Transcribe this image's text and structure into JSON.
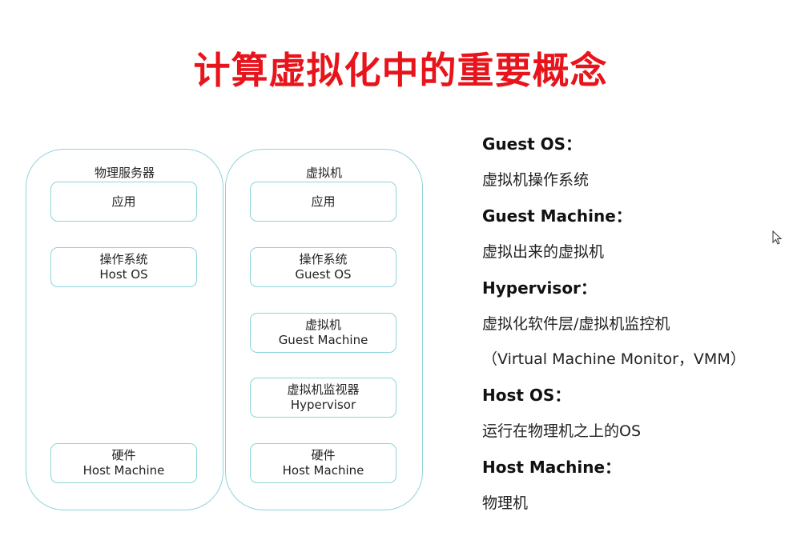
{
  "title": "计算虚拟化中的重要概念",
  "diagram": {
    "physical": {
      "title": "物理服务器",
      "boxes": [
        {
          "line1": "应用",
          "line2": ""
        },
        {
          "line1": "操作系统",
          "line2": "Host OS"
        },
        {
          "line1": "硬件",
          "line2": "Host Machine"
        }
      ]
    },
    "virtual": {
      "title": "虚拟机",
      "boxes": [
        {
          "line1": "应用",
          "line2": ""
        },
        {
          "line1": "操作系统",
          "line2": "Guest OS"
        },
        {
          "line1": "虚拟机",
          "line2": "Guest Machine"
        },
        {
          "line1": "虚拟机监视器",
          "line2": "Hypervisor"
        },
        {
          "line1": "硬件",
          "line2": "Host Machine"
        }
      ]
    }
  },
  "definitions": [
    {
      "term": "Guest OS：",
      "desc": "虚拟机操作系统",
      "desc2": ""
    },
    {
      "term": "Guest Machine：",
      "desc": "虚拟出来的虚拟机",
      "desc2": ""
    },
    {
      "term": "Hypervisor：",
      "desc": "虚拟化软件层/虚拟机监控机",
      "desc2": "（Virtual Machine Monitor，VMM）"
    },
    {
      "term": "Host OS：",
      "desc": "运行在物理机之上的OS",
      "desc2": ""
    },
    {
      "term": "Host Machine：",
      "desc": "物理机",
      "desc2": ""
    }
  ],
  "icons": {
    "cursor": "mouse-pointer-icon"
  },
  "colors": {
    "title": "#e8141b",
    "border": "#8fd3da"
  }
}
